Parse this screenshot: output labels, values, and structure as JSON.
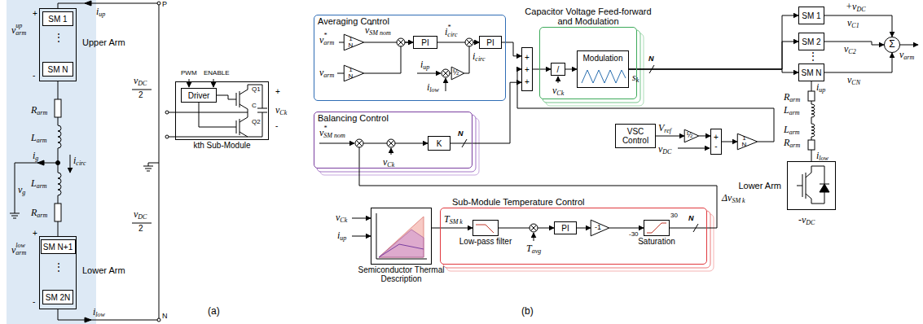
{
  "diagram": {
    "nodes": [
      {
        "text": [
          "Upper Arm"
        ]
      },
      {
        "text": [
          "SM 1"
        ],
        "in": 0
      },
      {
        "text": [
          "SM N"
        ],
        "in": 0
      },
      {
        "text": [
          "Lower Arm"
        ]
      },
      {
        "text": [
          "SM N+1"
        ],
        "in": 3
      },
      {
        "text": [
          "SM 2N"
        ],
        "in": 3
      },
      {
        "text": [
          "kth Sub-Module"
        ]
      },
      {
        "text": [
          "Driver"
        ],
        "in": 6
      },
      {
        "text": [
          "Averaging Control"
        ]
      },
      {
        "text": [
          "1 N"
        ],
        "in": 8
      },
      {
        "text": [
          "1 N"
        ],
        "in": 8
      },
      {
        "text": [
          "PI"
        ],
        "in": 8
      },
      {
        "text": [
          "PI"
        ],
        "in": 8
      },
      {
        "text": [
          "½"
        ],
        "in": 8
      },
      {
        "text": [
          "Balancing Control"
        ]
      },
      {
        "text": [
          "K"
        ],
        "in": 14
      },
      {
        "text": [
          "Sub-Module Temperature Control"
        ]
      },
      {
        "text": [
          "Low-pass filter"
        ],
        "in": 16
      },
      {
        "text": [
          "PI"
        ],
        "in": 16
      },
      {
        "text": [
          "-1"
        ],
        "in": 16
      },
      {
        "text": [
          "Saturation"
        ],
        "in": 16
      },
      {
        "text": [
          "Semiconductor Thermal Description"
        ]
      },
      {
        "text": [
          "Capacitor Voltage Feed-forward and Modulation"
        ]
      },
      {
        "text": [
          "/"
        ],
        "in": 22
      },
      {
        "text": [
          "Modulation"
        ],
        "in": 22
      },
      {
        "text": [
          "VSC Control"
        ]
      },
      {
        "text": [
          "½"
        ]
      },
      {
        "text": [
          "1 N"
        ]
      },
      {
        "text": [
          "SM 1"
        ]
      },
      {
        "text": [
          "SM 2"
        ]
      },
      {
        "text": [
          "SM N"
        ]
      },
      {
        "text": [
          "Σ"
        ]
      },
      {
        "text": [
          "Lower Arm"
        ]
      },
      {
        "text": [
          "+ + +"
        ]
      },
      {
        "text": [
          "+",
          "-"
        ]
      }
    ],
    "edges": [
      {
        "from": 0,
        "to": 3,
        "arrow": "none"
      },
      {
        "from": 9,
        "to": 11,
        "arrow": "to"
      },
      {
        "from": 10,
        "to": 11,
        "arrow": "to"
      },
      {
        "from": 11,
        "to": 12,
        "arrow": "to"
      },
      {
        "from": 12,
        "to": 33,
        "arrow": "to"
      },
      {
        "from": 13,
        "to": 12,
        "arrow": "to"
      },
      {
        "from": 15,
        "to": 33,
        "arrow": "to"
      },
      {
        "from": 33,
        "to": 23,
        "arrow": "to"
      },
      {
        "from": 23,
        "to": 24,
        "arrow": "to"
      },
      {
        "from": 24,
        "to": 28,
        "arrow": "to"
      },
      {
        "from": 24,
        "to": 29,
        "arrow": "to"
      },
      {
        "from": 24,
        "to": 30,
        "arrow": "to"
      },
      {
        "from": 28,
        "to": 31,
        "arrow": "to"
      },
      {
        "from": 29,
        "to": 31,
        "arrow": "to"
      },
      {
        "from": 30,
        "to": 31,
        "arrow": "to"
      },
      {
        "from": 30,
        "to": 32,
        "arrow": "none"
      },
      {
        "from": 25,
        "to": 26,
        "arrow": "to"
      },
      {
        "from": 26,
        "to": 34,
        "arrow": "to"
      },
      {
        "from": 34,
        "to": 27,
        "arrow": "to"
      },
      {
        "from": 27,
        "to": 33,
        "arrow": "to"
      },
      {
        "from": 21,
        "to": 17,
        "arrow": "to"
      },
      {
        "from": 17,
        "to": 18,
        "arrow": "to"
      },
      {
        "from": 18,
        "to": 19,
        "arrow": "to"
      },
      {
        "from": 19,
        "to": 20,
        "arrow": "to"
      },
      {
        "from": 20,
        "to": 15,
        "arrow": "to"
      }
    ],
    "labels": [
      "v",
      "arm",
      "up",
      "+",
      "-",
      "i",
      "up",
      "P",
      "v",
      "DC",
      "2",
      "R",
      "arm",
      "L",
      "arm",
      "i",
      "g",
      "i",
      "circ",
      "v",
      "g",
      "L",
      "arm",
      "R",
      "arm",
      "v",
      "arm",
      "low",
      "+",
      "-",
      "v",
      "DC",
      "2",
      "i",
      "low",
      "N",
      "⋮",
      "⋮",
      "PWM",
      "ENABLE",
      "Q1",
      "Q2",
      "C",
      "v",
      "Ck",
      "+",
      "-",
      "(a)",
      "(b)",
      "v",
      "arm",
      "*",
      "v",
      "SM nom",
      "*",
      "i",
      "circ",
      "*",
      "v",
      "arm",
      "i",
      "up",
      "i",
      "low",
      "i",
      "circ",
      "v",
      "SM nom",
      "*",
      "v",
      "Ck",
      "N",
      "v",
      "Ck",
      "i",
      "up",
      "T",
      "SM k",
      "T",
      "avg",
      "30",
      "-30",
      "N",
      "Δv",
      "SM k",
      "v",
      "Ck",
      "s",
      "k",
      "N",
      "V",
      "ref",
      "v",
      "DC",
      "+v",
      "DC",
      "v",
      "C1",
      "v",
      "C2",
      "v",
      "CN",
      "v",
      "arm",
      "⋮",
      "i",
      "up",
      "R",
      "arm",
      "L",
      "arm",
      "L",
      "arm",
      "R",
      "arm",
      "i",
      "low",
      "-v",
      "DC"
    ]
  }
}
